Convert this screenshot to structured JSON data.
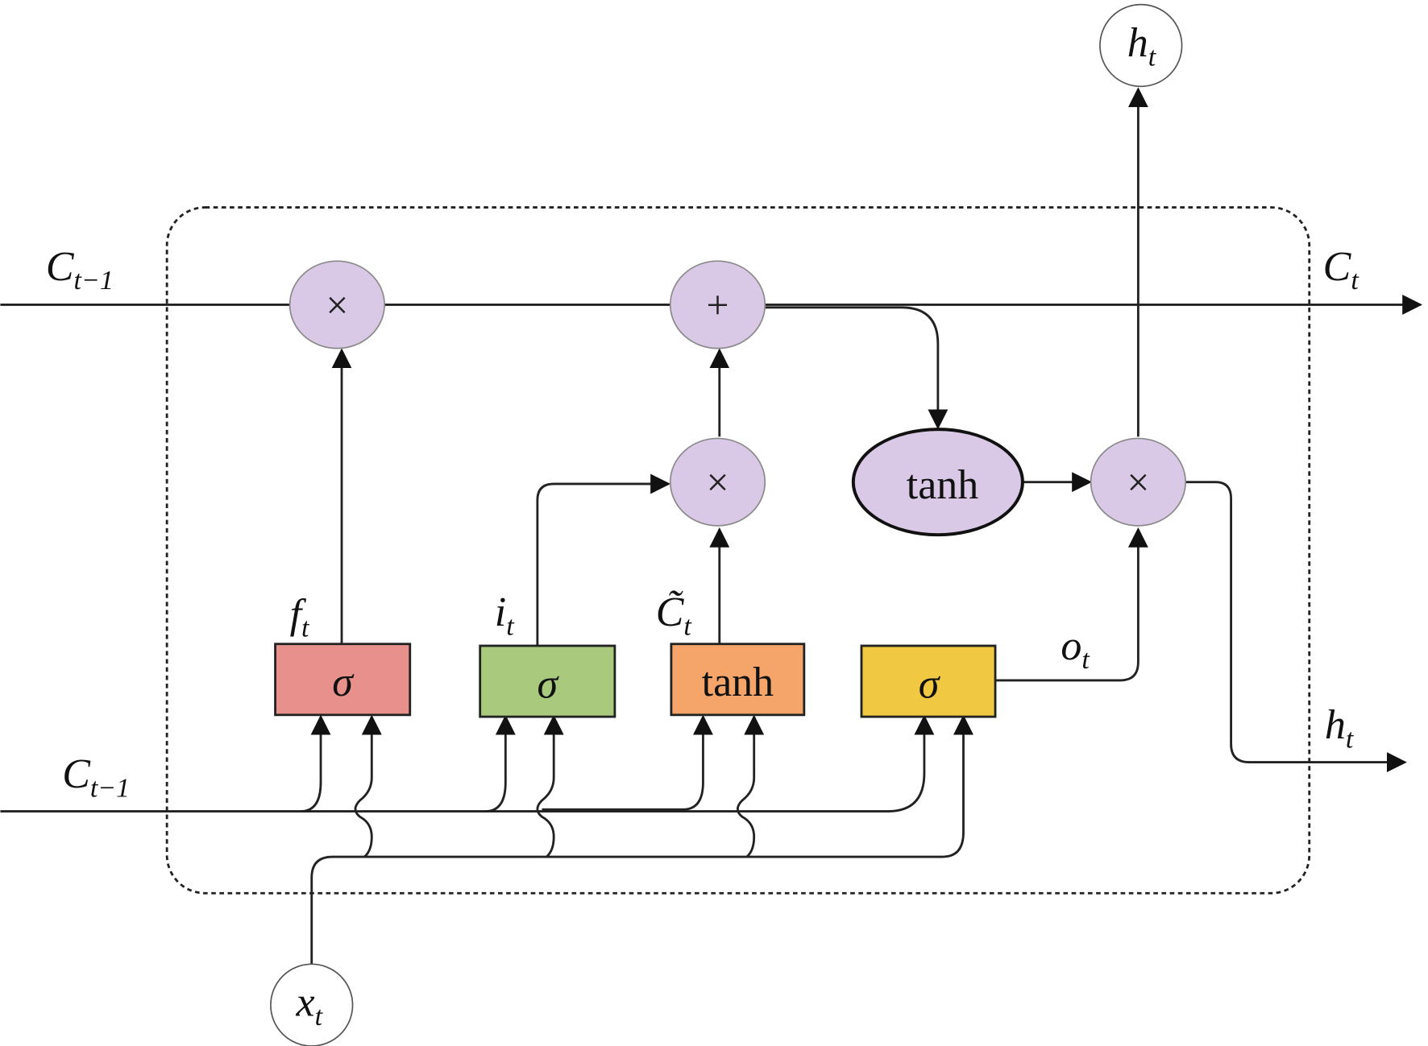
{
  "labels": {
    "c_prev_top": {
      "main": "C",
      "sub": "t−1"
    },
    "c_out": {
      "main": "C",
      "sub": "t"
    },
    "c_prev_bottom": {
      "main": "C",
      "sub": "t−1"
    },
    "h_out_right": {
      "main": "h",
      "sub": "t"
    },
    "h_out_top": {
      "main": "h",
      "sub": "t"
    },
    "x_in": {
      "main": "x",
      "sub": "t"
    },
    "forget": {
      "main": "f",
      "sub": "t"
    },
    "input": {
      "main": "i",
      "sub": "t"
    },
    "candidate": {
      "main": "C̃",
      "sub": "t"
    },
    "output": {
      "main": "o",
      "sub": "t"
    }
  },
  "operators": {
    "multiply": "×",
    "add": "+",
    "tanh": "tanh"
  },
  "gates": [
    {
      "label": "σ",
      "color": "#e8918c"
    },
    {
      "label": "σ",
      "color": "#a9c97c"
    },
    {
      "label": "tanh",
      "color": "#f5a56a"
    },
    {
      "label": "σ",
      "color": "#f0c842"
    }
  ],
  "colors": {
    "node": "#d9c9e6"
  }
}
